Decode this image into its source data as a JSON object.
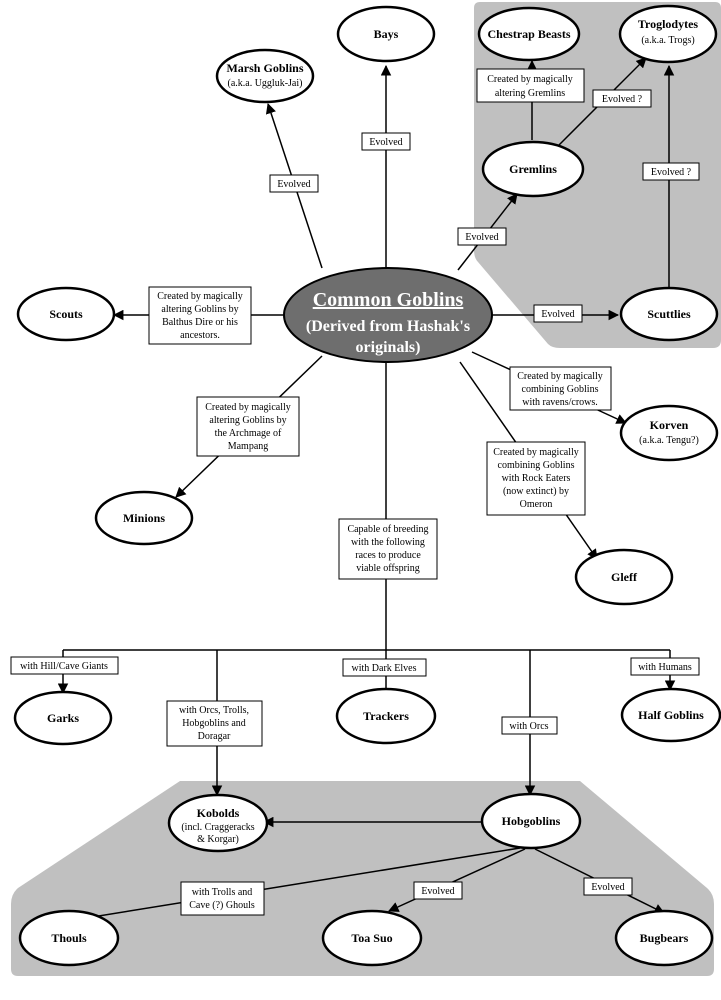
{
  "center": {
    "title": "Common Goblins",
    "subtitle_lines": [
      "(Derived from Hashak's",
      "originals)"
    ]
  },
  "nodes": {
    "bays": {
      "title": "Bays"
    },
    "marsh": {
      "title": "Marsh Goblins",
      "sub": "(a.k.a. Uggluk-Jai)"
    },
    "chestrap": {
      "title": "Chestrap Beasts"
    },
    "troglodytes": {
      "title": "Troglodytes",
      "sub": "(a.k.a. Trogs)"
    },
    "gremlins": {
      "title": "Gremlins"
    },
    "scouts": {
      "title": "Scouts"
    },
    "scuttlies": {
      "title": "Scuttlies"
    },
    "korven": {
      "title": "Korven",
      "sub": "(a.k.a. Tengu?)"
    },
    "minions": {
      "title": "Minions"
    },
    "gleff": {
      "title": "Gleff"
    },
    "garks": {
      "title": "Garks"
    },
    "trackers": {
      "title": "Trackers"
    },
    "halfgoblins": {
      "title": "Half Goblins"
    },
    "kobolds": {
      "title": "Kobolds",
      "sub_lines": [
        "(incl. Craggeracks",
        "& Korgar)"
      ]
    },
    "hobgoblins": {
      "title": "Hobgoblins"
    },
    "thouls": {
      "title": "Thouls"
    },
    "toasuo": {
      "title": "Toa Suo"
    },
    "bugbears": {
      "title": "Bugbears"
    }
  },
  "labels": {
    "evolved": "Evolved",
    "evolved_q": "Evolved ?",
    "gremlin_made": [
      "Created by magically",
      "altering Gremlins"
    ],
    "scouts_made": [
      "Created by magically",
      "altering Goblins by",
      "Balthus Dire or his",
      "ancestors."
    ],
    "minions_made": [
      "Created by magically",
      "altering Goblins by",
      "the Archmage of",
      "Mampang"
    ],
    "korven_made": [
      "Created by magically",
      "combining Goblins",
      "with ravens/crows."
    ],
    "gleff_made": [
      "Created by magically",
      "combining Goblins",
      "with Rock Eaters",
      "(now extinct) by",
      "Omeron"
    ],
    "breeding": [
      "Capable of breeding",
      "with the following",
      "races to produce",
      "viable offspring"
    ],
    "with_giants": "with Hill/Cave Giants",
    "with_orcs_trolls": [
      "with Orcs, Trolls,",
      "Hobgoblins and",
      "Doragar"
    ],
    "with_dark_elves": "with Dark Elves",
    "with_orcs": "with Orcs",
    "with_humans": "with Humans",
    "with_trolls_ghouls": [
      "with Trolls and",
      "Cave (?) Ghouls"
    ]
  },
  "colors": {
    "region_fill": "#c0c0c0",
    "center_fill": "#6e6e6e",
    "line": "#000000",
    "node_fill": "#ffffff"
  }
}
